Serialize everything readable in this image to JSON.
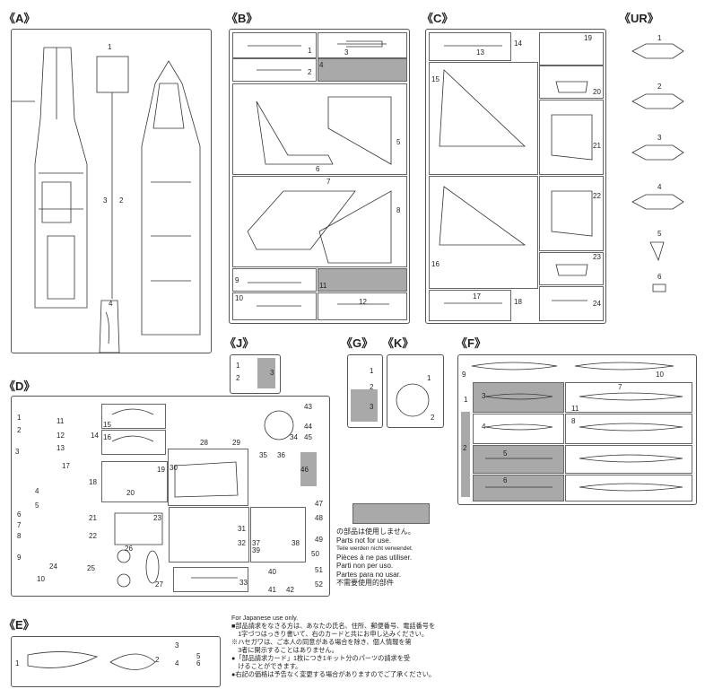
{
  "sections": {
    "A": {
      "label": "《A》",
      "parts": [
        "1",
        "2",
        "3",
        "4"
      ]
    },
    "B": {
      "label": "《B》",
      "parts": [
        "1",
        "2",
        "3",
        "4",
        "5",
        "6",
        "7",
        "8",
        "9",
        "10",
        "11",
        "12"
      ]
    },
    "C": {
      "label": "《C》",
      "parts": [
        "13",
        "14",
        "15",
        "16",
        "17",
        "18",
        "19",
        "20",
        "21",
        "22",
        "23",
        "24"
      ]
    },
    "UR": {
      "label": "《UR》",
      "parts": [
        "1",
        "2",
        "3",
        "4",
        "5",
        "6"
      ]
    },
    "J": {
      "label": "《J》",
      "parts": [
        "1",
        "2",
        "3"
      ]
    },
    "G": {
      "label": "《G》",
      "parts": [
        "1",
        "2",
        "3"
      ]
    },
    "K": {
      "label": "《K》",
      "parts": [
        "1",
        "2"
      ]
    },
    "F": {
      "label": "《F》",
      "parts": [
        "1",
        "2",
        "3",
        "4",
        "5",
        "6",
        "7",
        "8",
        "9",
        "10",
        "11"
      ]
    },
    "D": {
      "label": "《D》",
      "parts": [
        "1",
        "2",
        "3",
        "4",
        "5",
        "6",
        "7",
        "8",
        "9",
        "10",
        "11",
        "12",
        "13",
        "14",
        "15",
        "16",
        "17",
        "18",
        "19",
        "20",
        "21",
        "22",
        "23",
        "24",
        "25",
        "26",
        "27",
        "28",
        "29",
        "30",
        "31",
        "32",
        "33",
        "34",
        "35",
        "36",
        "37",
        "38",
        "39",
        "40",
        "41",
        "42",
        "43",
        "44",
        "45",
        "46",
        "47",
        "48",
        "49",
        "50",
        "51",
        "52"
      ]
    },
    "E": {
      "label": "《E》",
      "parts": [
        "1",
        "2",
        "3",
        "4",
        "5",
        "6"
      ]
    }
  },
  "legend": {
    "lines": [
      "の部品は使用しません。",
      "Parts not for use.",
      "Teile werden nicht verwendet.",
      "Pièces à ne pas utiliser.",
      "Parti non per uso.",
      "Partes para no usar.",
      "不需要使用的部件"
    ]
  },
  "notes": {
    "lines": [
      "For Japanese use only.",
      "■部品請求をなさる方は、あなたの氏名、住所、郵便番号、電話番号を",
      "　1字づつはっきり書いて、右のカードと共にお申し込みください。",
      "※ハセガワは、ご本人の同意がある場合を除き、個人情報を第",
      "　3者に開示することはありません。",
      "●「部品請求カード」1枚につき1キット分のパーツの請求を受",
      "　けることができます。",
      "●右記の価格は予告なく変更する場合がありますのでご了承ください。"
    ]
  }
}
